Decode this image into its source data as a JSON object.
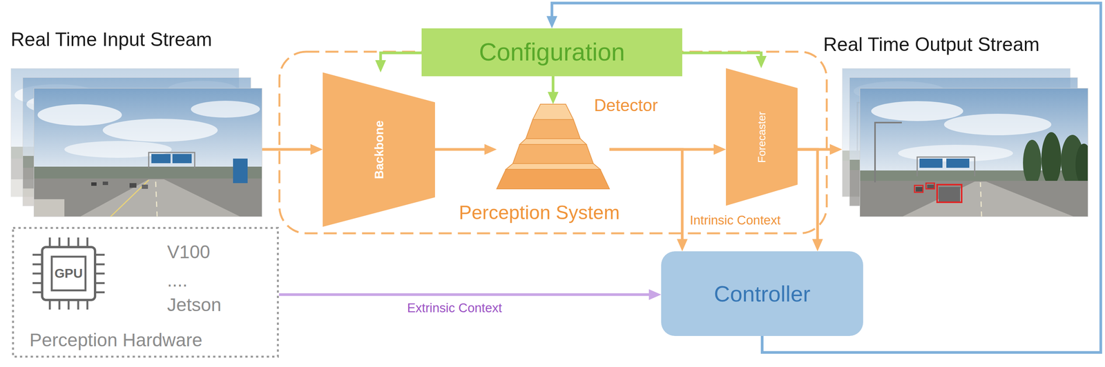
{
  "diagram": {
    "nodes": [
      {
        "text": [
          "Real Time Input Stream"
        ]
      },
      {
        "text": [
          "Configuration"
        ]
      },
      {
        "text": [
          "Perception System"
        ]
      },
      {
        "text": [
          "Backbone"
        ],
        "in": 2
      },
      {
        "text": [
          "Detector"
        ],
        "in": 2
      },
      {
        "text": [
          "Forecaster"
        ],
        "in": 2
      },
      {
        "text": [
          "Real Time Output Stream"
        ]
      },
      {
        "text": [
          "V100",
          "....",
          "Jetson",
          "Perception Hardware"
        ]
      },
      {
        "text": [
          "Controller"
        ]
      }
    ],
    "edges": [
      {
        "from": 0,
        "to": 3,
        "arrow": "to"
      },
      {
        "from": 3,
        "to": 4,
        "arrow": "to"
      },
      {
        "from": 4,
        "to": 5,
        "arrow": "to"
      },
      {
        "from": 5,
        "to": 6,
        "arrow": "to"
      },
      {
        "from": 1,
        "to": 3,
        "arrow": "to"
      },
      {
        "from": 1,
        "to": 4,
        "arrow": "to"
      },
      {
        "from": 1,
        "to": 5,
        "arrow": "to"
      },
      {
        "from": 4,
        "to": 8,
        "label": "Intrinsic Context",
        "arrow": "to"
      },
      {
        "from": 5,
        "to": 8,
        "arrow": "to"
      },
      {
        "from": 7,
        "to": 8,
        "label": "Extrinsic Context",
        "arrow": "to"
      },
      {
        "from": 8,
        "to": 1,
        "arrow": "to"
      }
    ],
    "labels": [
      "GPU"
    ]
  }
}
